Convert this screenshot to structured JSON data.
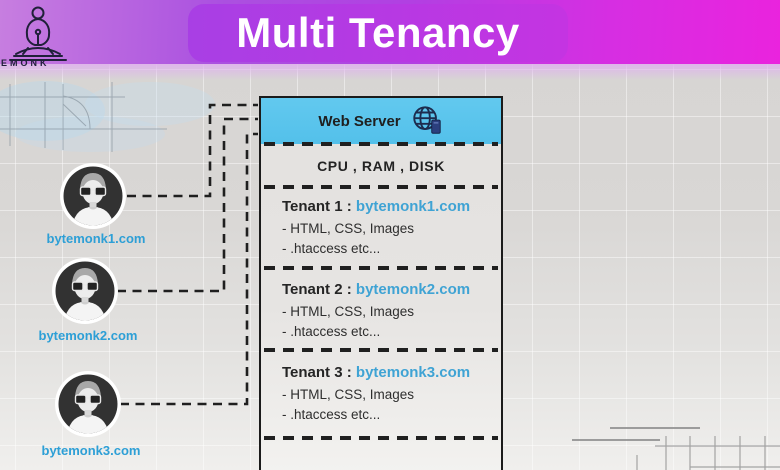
{
  "banner": {
    "title": "Multi Tenancy",
    "logo_text": "EMONK"
  },
  "clients": [
    {
      "domain": "bytemonk1.com"
    },
    {
      "domain": "bytemonk2.com"
    },
    {
      "domain": "bytemonk3.com"
    }
  ],
  "server": {
    "header": "Web Server",
    "resources": "CPU , RAM , DISK",
    "tenants": [
      {
        "name": "Tenant 1 :",
        "domain": "bytemonk1.com",
        "items": [
          "- HTML, CSS, Images",
          "- .htaccess etc..."
        ]
      },
      {
        "name": "Tenant 2 :",
        "domain": "bytemonk2.com",
        "items": [
          "- HTML, CSS, Images",
          "- .htaccess etc..."
        ]
      },
      {
        "name": "Tenant 3 :",
        "domain": "bytemonk3.com",
        "items": [
          "- HTML, CSS, Images",
          "- .htaccess etc..."
        ]
      }
    ]
  },
  "colors": {
    "banner_gradient_left": "#c77ee0",
    "banner_gradient_right": "#ea23de",
    "title_plate": "#b03ee2",
    "server_header_blue": "#5ac4ec",
    "domain_link_blue": "#3fa3d4",
    "client_label_blue": "#2d9fd6",
    "dash_color": "#202020"
  }
}
